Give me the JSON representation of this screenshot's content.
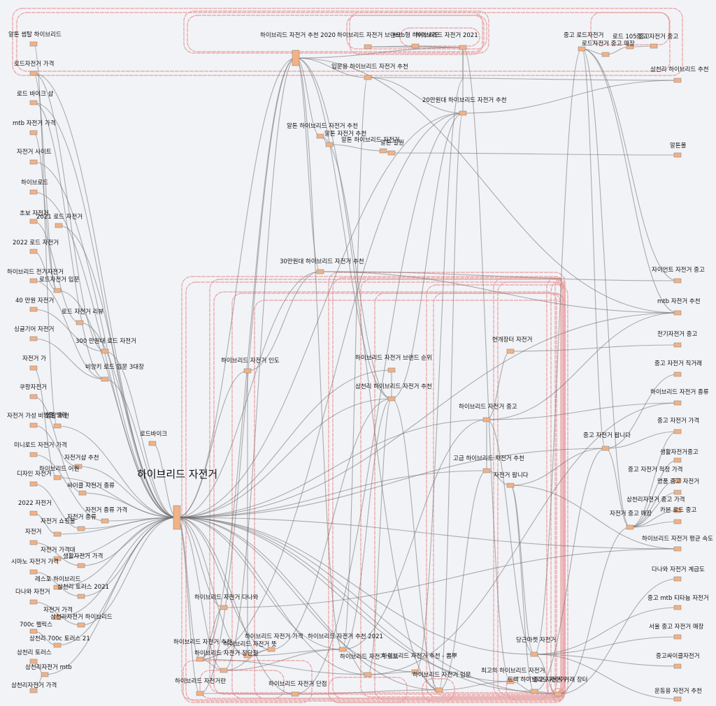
{
  "colors": {
    "background": "#f2f3f7",
    "node_fill": "#f4b183",
    "node_stroke": "#8a8a8a",
    "edge": "#6f6f6f",
    "loop": "#e8a0a0"
  },
  "hub": {
    "id": "hub",
    "label": "하이브리드 자전거"
  },
  "nodes": [
    {
      "id": "n1",
      "label": "알톤 썸탈 하이브리드"
    },
    {
      "id": "n2",
      "label": "로드자전거 가격"
    },
    {
      "id": "n3",
      "label": "로드 바이크 샵"
    },
    {
      "id": "n4",
      "label": "mtb 자전거 가격"
    },
    {
      "id": "n5",
      "label": "자전거 사이트"
    },
    {
      "id": "n6",
      "label": "하이브로드"
    },
    {
      "id": "n7",
      "label": "초보 자전거"
    },
    {
      "id": "n8",
      "label": "2021 로드 자전거"
    },
    {
      "id": "n9",
      "label": "2022 로드 자전거"
    },
    {
      "id": "n10",
      "label": "하이브리드 전기자전거"
    },
    {
      "id": "n11",
      "label": "로드자전거 입문"
    },
    {
      "id": "n12",
      "label": "40 만원 자전거"
    },
    {
      "id": "n13",
      "label": "로드 자전거 리뷰"
    },
    {
      "id": "n14",
      "label": "싱글기어 자전거"
    },
    {
      "id": "n15",
      "label": "300 만원대 로드 자전거"
    },
    {
      "id": "n16",
      "label": "자전거 가"
    },
    {
      "id": "n17",
      "label": "비앙키 로드 입문 3대장"
    },
    {
      "id": "n18",
      "label": "쿠팡자전거"
    },
    {
      "id": "n19",
      "label": "자전거 가성 비 썸탈 추천"
    },
    {
      "id": "n20",
      "label": "썸탈 벨링"
    },
    {
      "id": "n21",
      "label": "로드바이크"
    },
    {
      "id": "n22",
      "label": "미니로드 자전거 가격"
    },
    {
      "id": "n23",
      "label": "자전거샵 추천"
    },
    {
      "id": "n24",
      "label": "하이브리드 어원"
    },
    {
      "id": "n25",
      "label": "디자인 자전거"
    },
    {
      "id": "n26",
      "label": "싸이클 자전거 종류"
    },
    {
      "id": "n27",
      "label": "2022 자전거"
    },
    {
      "id": "n28",
      "label": "자전거 종류 가격"
    },
    {
      "id": "n29",
      "label": "자전거 쇼핑몰"
    },
    {
      "id": "n30",
      "label": "자전거 종류"
    },
    {
      "id": "n31",
      "label": "자전거"
    },
    {
      "id": "n32",
      "label": "자전거 가격대"
    },
    {
      "id": "n33",
      "label": "생활자전거 가격"
    },
    {
      "id": "n34",
      "label": "시마노 자전거 가격"
    },
    {
      "id": "n35",
      "label": "레스포 하이브리드"
    },
    {
      "id": "n36",
      "label": "삼천리 토러스 2021"
    },
    {
      "id": "n37",
      "label": "다나와 자전거"
    },
    {
      "id": "n38",
      "label": "자전거 가격"
    },
    {
      "id": "n39",
      "label": "삼천리자전거 하이브리드"
    },
    {
      "id": "n40",
      "label": "700c 펠릭스"
    },
    {
      "id": "n41",
      "label": "삼천리 700c 토러스 21"
    },
    {
      "id": "n42",
      "label": "삼천리 토러스"
    },
    {
      "id": "n43",
      "label": "삼천리자전거 mtb"
    },
    {
      "id": "n44",
      "label": "삼천리자전거 가격"
    },
    {
      "id": "t1",
      "label": "하이브리드 자전거 추천 2020"
    },
    {
      "id": "t2",
      "label": "하이브리드 자전거 브랜드"
    },
    {
      "id": "t3",
      "label": "mtb형 하이브리드"
    },
    {
      "id": "t4",
      "label": "30만원대 하이브리드 자전거 추천"
    },
    {
      "id": "t5",
      "label": "입문용 하이브리드 자전거 추천"
    },
    {
      "id": "t6",
      "label": "하이브리드 자전거 2021"
    },
    {
      "id": "t7",
      "label": "20만원대 하이브리드 자전거 추천"
    },
    {
      "id": "t8",
      "label": "알톤 하이브리드 자전거 추천"
    },
    {
      "id": "t9",
      "label": "알톤 자전거 추천"
    },
    {
      "id": "t10",
      "label": "알톤 하이브리드 자전거"
    },
    {
      "id": "t11",
      "label": "알톤 할원"
    },
    {
      "id": "t12",
      "label": "30만원대 하이브리드 자전거 추천"
    },
    {
      "id": "t13",
      "label": "하이브리드 자전거 인도"
    },
    {
      "id": "t14",
      "label": "하이브리드 자전거 브랜드 순위"
    },
    {
      "id": "t15",
      "label": "삼천리 하이브리드 자전거 추천"
    },
    {
      "id": "t16",
      "label": "번개장터 자전거"
    },
    {
      "id": "t17",
      "label": "하이브리드 자전거 중고"
    },
    {
      "id": "t18",
      "label": "고급 하이브리드 자전거 추천"
    },
    {
      "id": "t19",
      "label": "자전거 팝니다"
    },
    {
      "id": "t20",
      "label": "중고 자전거 팝니다"
    },
    {
      "id": "t21",
      "label": "자전거 중고 매장"
    },
    {
      "id": "b1",
      "label": "하이브리드 자전거 다나와"
    },
    {
      "id": "b2",
      "label": "하이브리드 자전거 추천"
    },
    {
      "id": "b3",
      "label": "하이브리드 자전거 장단점"
    },
    {
      "id": "b4",
      "label": "하이브리드 자전거 가격"
    },
    {
      "id": "b5",
      "label": "하이브리드 자전거 뜻"
    },
    {
      "id": "b6",
      "label": "하이브리드 자전거 추천 2021"
    },
    {
      "id": "b7",
      "label": "하이브리드 자전거 로드"
    },
    {
      "id": "b8",
      "label": "하이브리드 자전거 추천 - 뽐뿌"
    },
    {
      "id": "b9",
      "label": "하이브리드 자전거란"
    },
    {
      "id": "b10",
      "label": "하이브리드 자전거 단점"
    },
    {
      "id": "b11",
      "label": "하이브리드 자전거 입문"
    },
    {
      "id": "b12",
      "label": "최고의 하이브리드 자전거"
    },
    {
      "id": "b13",
      "label": "트렉 하이브리드 자전거"
    },
    {
      "id": "b14",
      "label": "중고 자전거 거래 장터"
    },
    {
      "id": "b15",
      "label": "당근마켓 자전거"
    },
    {
      "id": "r1",
      "label": "중고 로드자전거"
    },
    {
      "id": "r2",
      "label": "로드자전거 중고 매장"
    },
    {
      "id": "r3",
      "label": "로드 105 중고"
    },
    {
      "id": "r4",
      "label": "중고 자전거 중고"
    },
    {
      "id": "r5",
      "label": "삼천리 하이브리드 추천"
    },
    {
      "id": "r6",
      "label": "알톤몰"
    },
    {
      "id": "r7",
      "label": "자이언트 자전거 중고"
    },
    {
      "id": "r8",
      "label": "mtb 자전거 추천"
    },
    {
      "id": "r9",
      "label": "전기자전거 중고"
    },
    {
      "id": "r10",
      "label": "중고 자전거 직거래"
    },
    {
      "id": "r11",
      "label": "하이브리드 자전거 종류"
    },
    {
      "id": "r12",
      "label": "중고 자전거 가격"
    },
    {
      "id": "r13",
      "label": "생활자전거중고"
    },
    {
      "id": "r14",
      "label": "중고 자전거 적정 가격"
    },
    {
      "id": "r15",
      "label": "명품 중고 자전거"
    },
    {
      "id": "r16",
      "label": "삼천리자전거 중고 가격"
    },
    {
      "id": "r17",
      "label": "카본 로드 중고"
    },
    {
      "id": "r18",
      "label": "하이브리드 자전거 평균 속도"
    },
    {
      "id": "r19",
      "label": "다나와 자전거 계급도"
    },
    {
      "id": "r20",
      "label": "중고 mtb 티타늄 자전거"
    },
    {
      "id": "r21",
      "label": "서울 중고 자전거 매장"
    },
    {
      "id": "r22",
      "label": "중고싸이클자전거"
    },
    {
      "id": "r23",
      "label": "운동용 자전거 추천"
    }
  ]
}
